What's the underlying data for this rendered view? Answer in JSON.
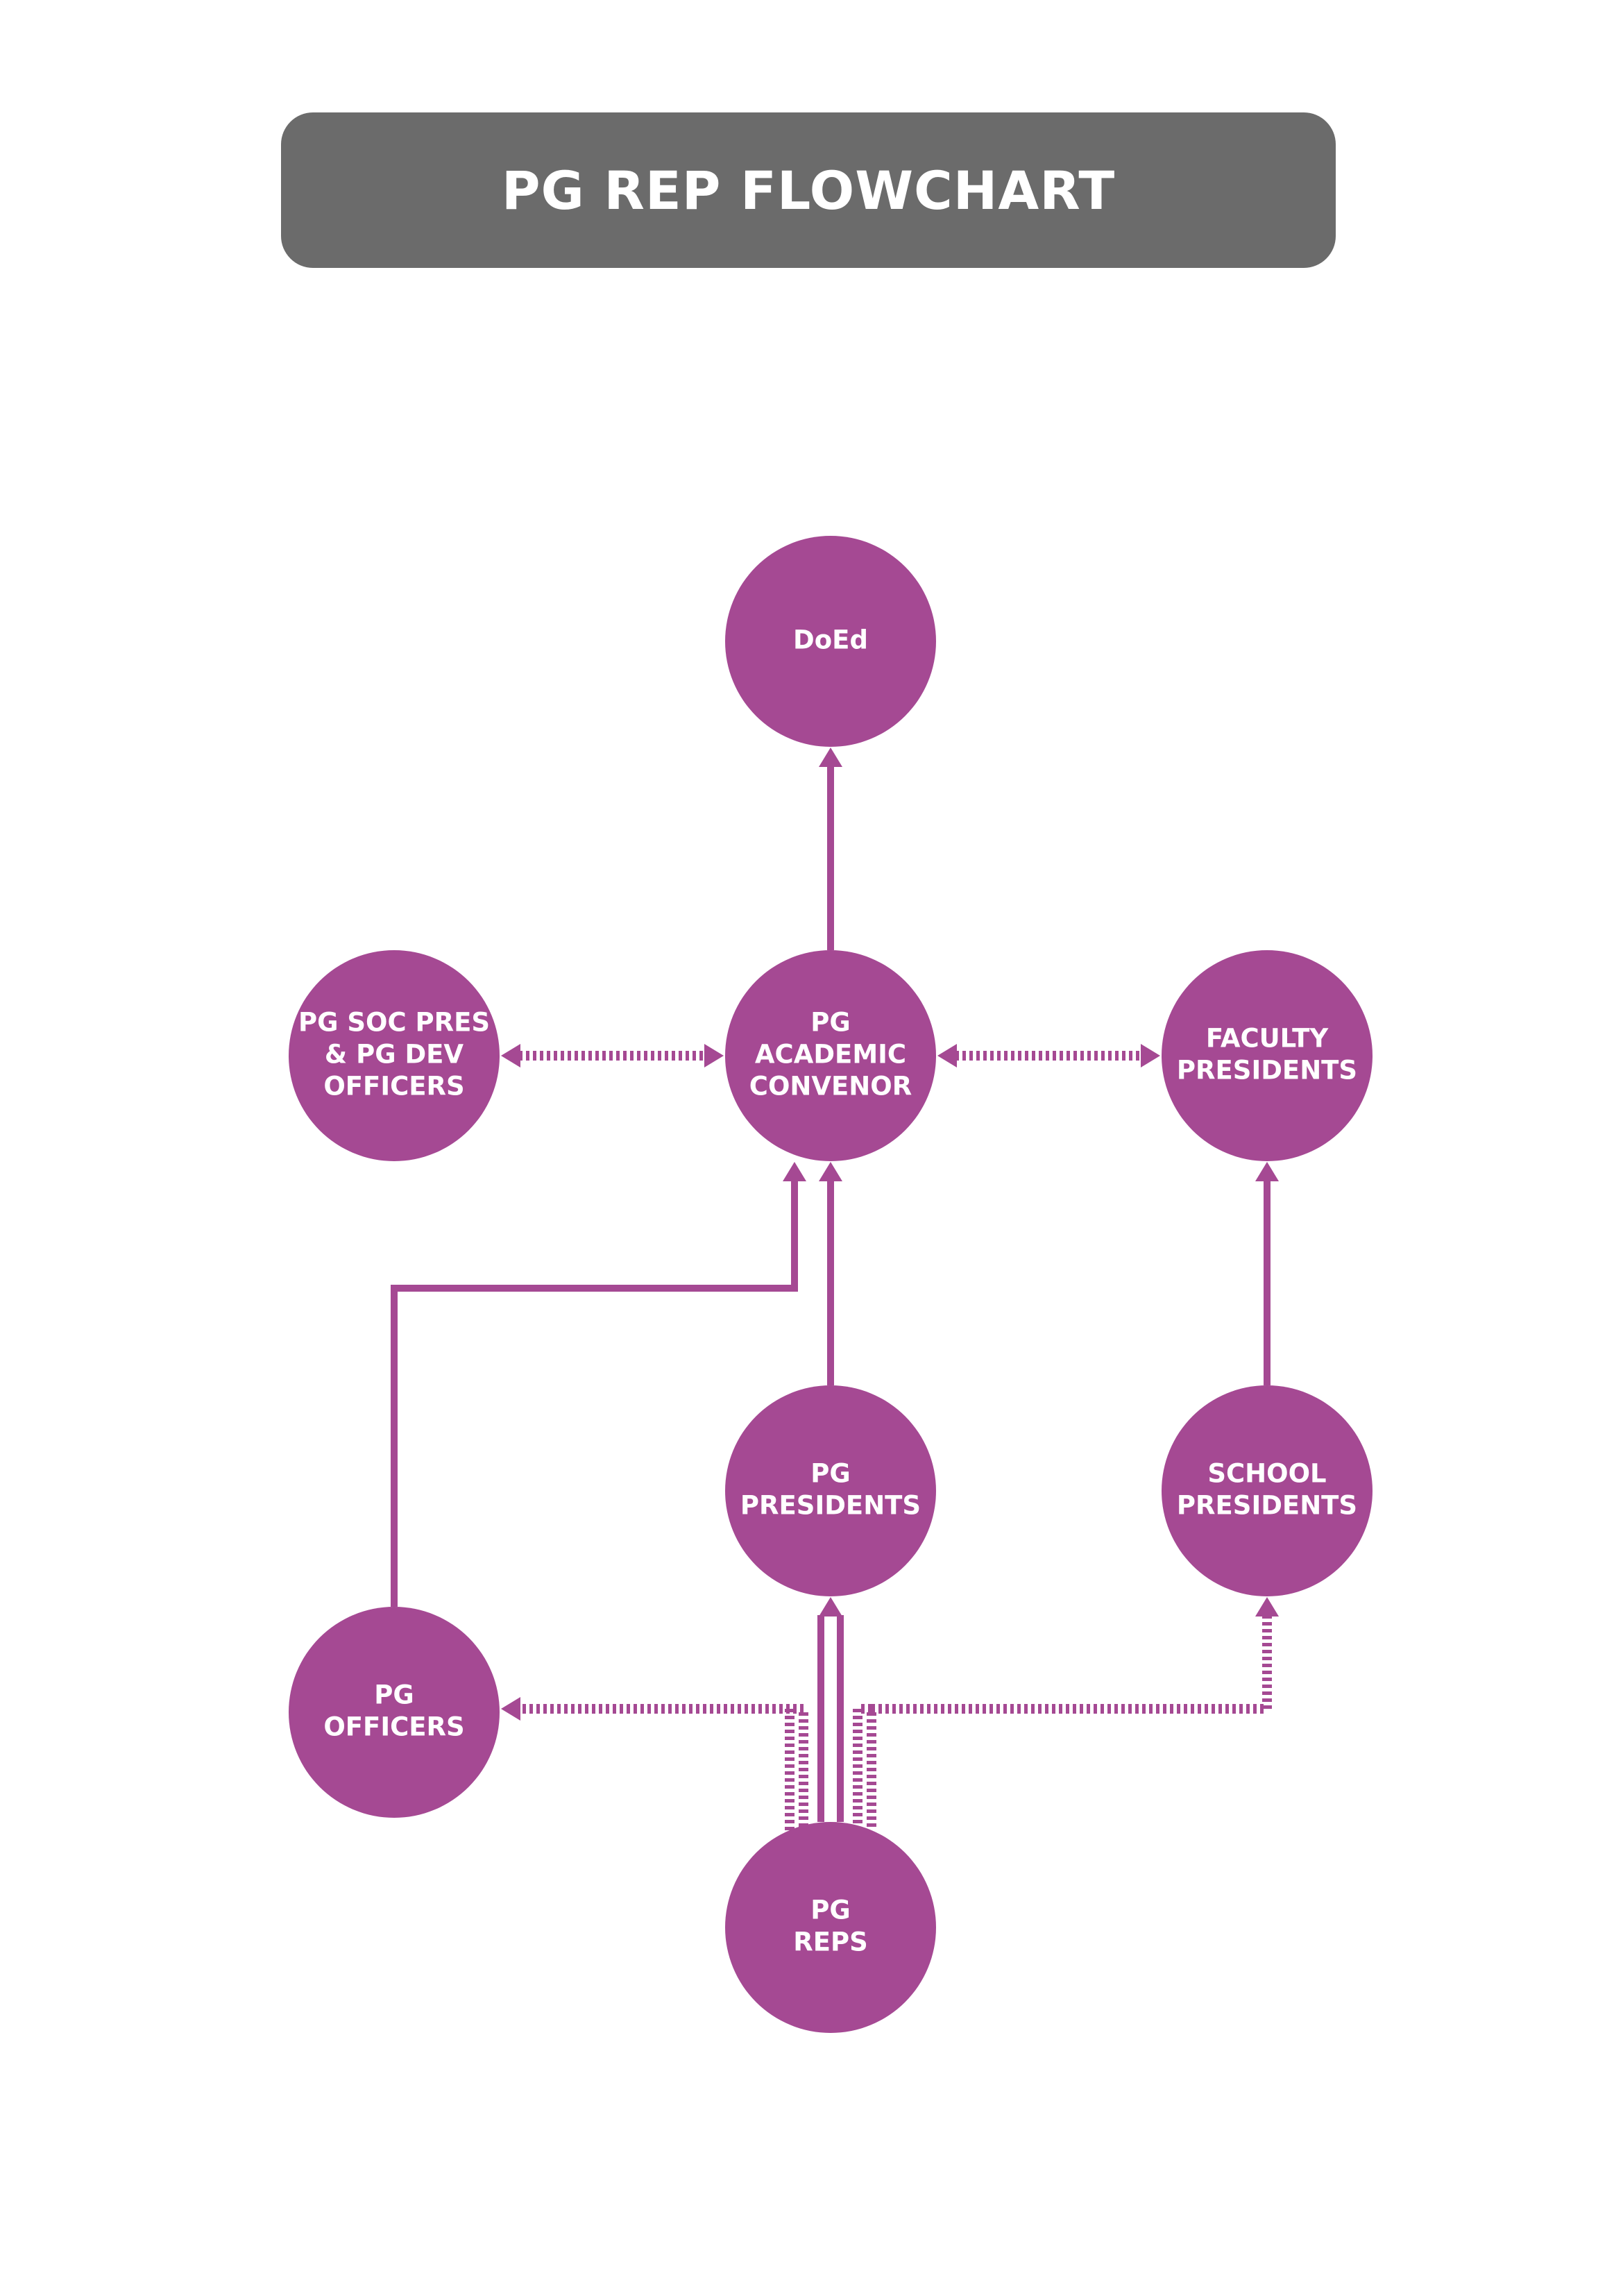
{
  "title": "PG REP FLOWCHART",
  "colors": {
    "node": "#a54993",
    "connector": "#a54993",
    "title_background": "#6b6b6b",
    "title_text": "#ffffff",
    "node_text": "#ffffff"
  },
  "nodes": {
    "doed": {
      "lines": [
        "DoEd"
      ]
    },
    "pg_soc_pres": {
      "lines": [
        "PG SOC PRES",
        "& PG DEV",
        "OFFICERS"
      ]
    },
    "pg_academic_convenor": {
      "lines": [
        "PG",
        "ACADEMIC",
        "CONVENOR"
      ]
    },
    "faculty_presidents": {
      "lines": [
        "FACULTY",
        "PRESIDENTS"
      ]
    },
    "pg_presidents": {
      "lines": [
        "PG",
        "PRESIDENTS"
      ]
    },
    "school_presidents": {
      "lines": [
        "SCHOOL",
        "PRESIDENTS"
      ]
    },
    "pg_officers": {
      "lines": [
        "PG",
        "OFFICERS"
      ]
    },
    "pg_reps": {
      "lines": [
        "PG",
        "REPS"
      ]
    }
  },
  "connections": [
    {
      "from": "pg_academic_convenor",
      "to": "doed",
      "style": "solid",
      "direction": "one-way"
    },
    {
      "from": "pg_academic_convenor",
      "to": "pg_soc_pres",
      "style": "dotted",
      "direction": "two-way"
    },
    {
      "from": "pg_academic_convenor",
      "to": "faculty_presidents",
      "style": "dotted",
      "direction": "two-way"
    },
    {
      "from": "pg_presidents",
      "to": "pg_academic_convenor",
      "style": "solid",
      "direction": "one-way"
    },
    {
      "from": "pg_officers",
      "to": "pg_academic_convenor",
      "style": "solid",
      "direction": "one-way"
    },
    {
      "from": "school_presidents",
      "to": "faculty_presidents",
      "style": "solid",
      "direction": "one-way"
    },
    {
      "from": "pg_reps",
      "to": "pg_presidents",
      "style": "solid",
      "direction": "one-way"
    },
    {
      "from": "pg_reps",
      "to": "pg_officers",
      "style": "dotted",
      "direction": "one-way"
    },
    {
      "from": "pg_reps",
      "to": "school_presidents",
      "style": "dotted",
      "direction": "one-way"
    }
  ]
}
